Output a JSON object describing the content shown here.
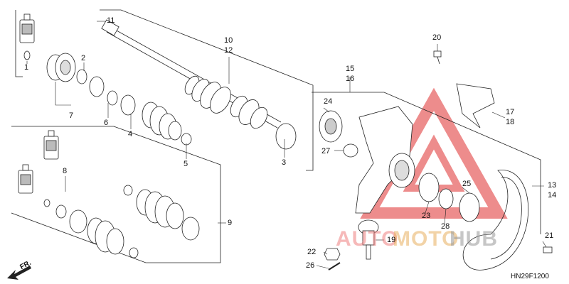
{
  "diagram_code": "HN29F1200",
  "front_label": "FR.",
  "watermark": {
    "part1": "AUTO",
    "part2": "MOTO",
    "part3": "HUB",
    "color1": "#f08080",
    "color2": "#e8b060",
    "color3": "#999999"
  },
  "callouts": {
    "c1": "1",
    "c2": "2",
    "c3": "3",
    "c4": "4",
    "c5": "5",
    "c6": "6",
    "c7": "7",
    "c8": "8",
    "c9": "9",
    "c10": "10",
    "c11": "11",
    "c12": "12",
    "c13": "13",
    "c14": "14",
    "c15": "15",
    "c16": "16",
    "c17": "17",
    "c18": "18",
    "c19": "19",
    "c20": "20",
    "c21": "21",
    "c22": "22",
    "c23": "23",
    "c24": "24",
    "c25": "25",
    "c26": "26",
    "c27": "27",
    "c28": "28"
  },
  "colors": {
    "line": "#222222",
    "shade": "#bdbdbd",
    "dark": "#555555",
    "warning": "#e03030"
  }
}
